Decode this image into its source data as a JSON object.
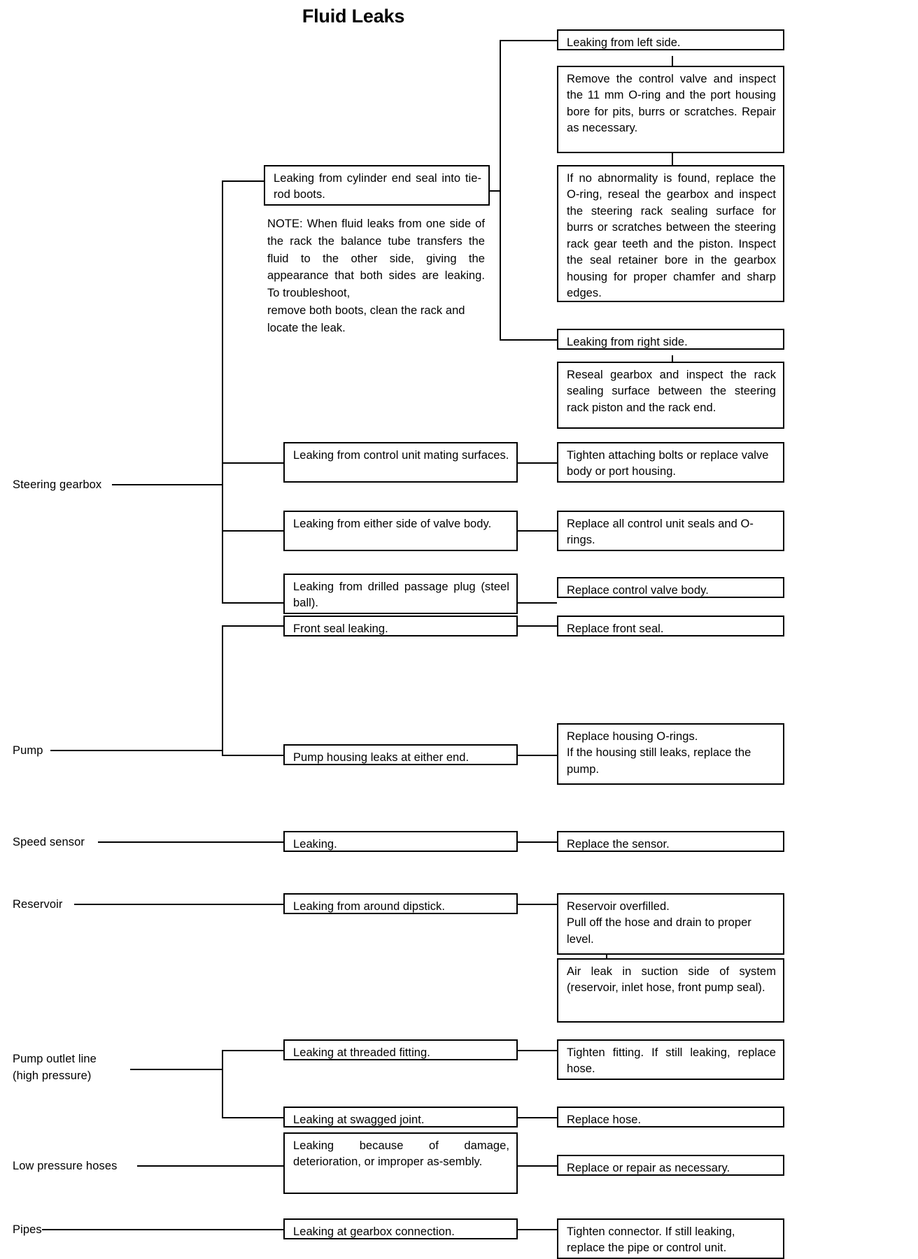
{
  "title": "Fluid Leaks",
  "categories": [
    {
      "label": "Steering gearbox"
    },
    {
      "label": "Pump"
    },
    {
      "label": "Speed sensor"
    },
    {
      "label": "Reservoir"
    },
    {
      "label": "Pump outlet line\n(high pressure)"
    },
    {
      "label": "Low pressure hoses"
    },
    {
      "label": "Pipes"
    }
  ],
  "symptoms": {
    "cylinder_end_seal": "Leaking from cylinder end seal into tie-rod boots.",
    "note": "NOTE: When fluid leaks from one side of the rack the balance tube transfers the fluid to the other side, giving the appearance that both sides are leaking. To troubleshoot,",
    "note_last": "remove both boots, clean the rack and locate the leak.",
    "control_unit_mating": "Leaking from control unit mating surfaces.",
    "valve_body_side": "Leaking from either side of valve body.",
    "drilled_passage_plug": "Leaking from drilled passage plug (steel ball).",
    "front_seal": "Front seal leaking.",
    "pump_housing": "Pump housing leaks at either end.",
    "speed_sensor": "Leaking.",
    "dipstick": "Leaking from around dipstick.",
    "threaded_fitting": "Leaking at threaded fitting.",
    "swagged_joint": "Leaking at swagged joint.",
    "low_pressure_hose": "Leaking because of damage, deterioration, or improper as-",
    "low_pressure_hose_last": "sembly.",
    "gearbox_connection": "Leaking at gearbox connection."
  },
  "sides": {
    "left": "Leaking from left side.",
    "right": "Leaking from right side."
  },
  "remedies": {
    "left_side_1": "Remove the control valve and inspect the 11 mm O-ring and the port housing bore for pits, burrs or scratches. Repair as",
    "left_side_1_last": "necessary.",
    "left_side_2": "If no abnormality is found, replace the O-ring, reseal the gearbox and inspect the steering rack sealing surface for burrs or scratches between the steering rack gear teeth and the piston. Inspect the seal retainer bore in the gearbox housing for proper chamfer and sharp edges.",
    "right_side_1": "Reseal gearbox and inspect the rack sealing surface between the steering rack piston and the rack end.",
    "control_unit_mating": "Tighten attaching bolts or replace valve body or port housing.",
    "valve_body_side": "Replace all control unit seals and O-rings.",
    "drilled_passage_plug": "Replace control valve body.",
    "front_seal": "Replace front seal.",
    "pump_housing": "Replace housing O-rings.\nIf the housing still leaks, replace the pump.",
    "speed_sensor": "Replace the sensor.",
    "reservoir_overfilled": "Reservoir overfilled.\nPull off the hose and drain to proper level.",
    "air_leak": "Air leak in suction side of system (reservoir, inlet hose, front pump seal).",
    "threaded_fitting": "Tighten fitting. If still leaking, replace hose.",
    "swagged_joint": "Replace hose.",
    "low_pressure_hose": "Replace or repair as necessary.",
    "gearbox_connection": "Tighten connector. If still leaking, replace the pipe or control unit."
  }
}
